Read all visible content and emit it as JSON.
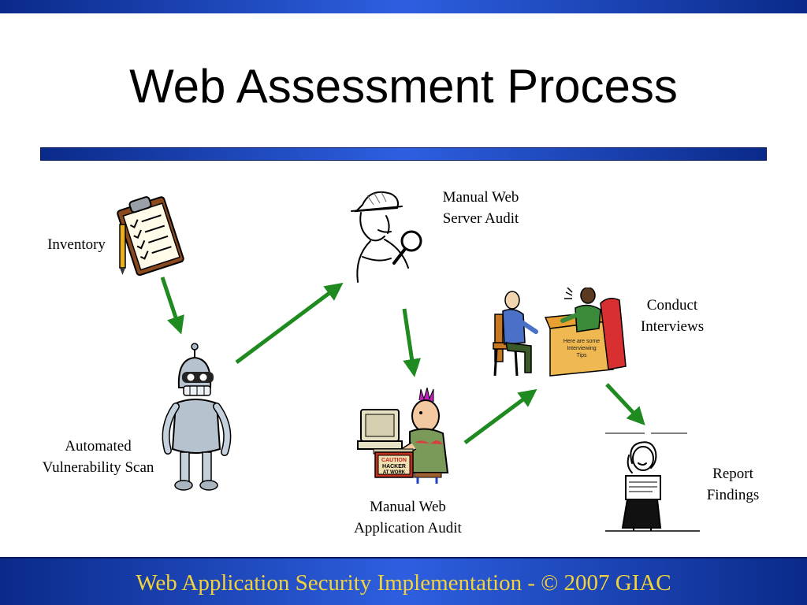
{
  "slide": {
    "title": "Web Assessment Process",
    "footer": "Web Application Security Implementation - © 2007 GIAC",
    "accent_color": "#2e5fe0",
    "footer_text_color": "#f2d23c"
  },
  "steps": [
    {
      "line1": "Inventory",
      "line2": "",
      "icon": "clipboard-checklist-icon"
    },
    {
      "line1": "Automated",
      "line2": "Vulnerability Scan",
      "icon": "robot-icon"
    },
    {
      "line1": "Manual Web",
      "line2": "Server Audit",
      "icon": "detective-magnifier-icon"
    },
    {
      "line1": "Manual Web",
      "line2": "Application Audit",
      "icon": "hacker-computer-icon"
    },
    {
      "line1": "Conduct",
      "line2": "Interviews",
      "icon": "interview-desk-icon"
    },
    {
      "line1": "Report",
      "line2": "Findings",
      "icon": "person-reading-report-icon"
    }
  ],
  "art_text": {
    "sign": [
      "CAUTION",
      "HACKER",
      "AT WORK"
    ],
    "desk": [
      "Here are some",
      "Interviewing",
      "Tips"
    ]
  },
  "arrow_color": "#1f8a1f"
}
